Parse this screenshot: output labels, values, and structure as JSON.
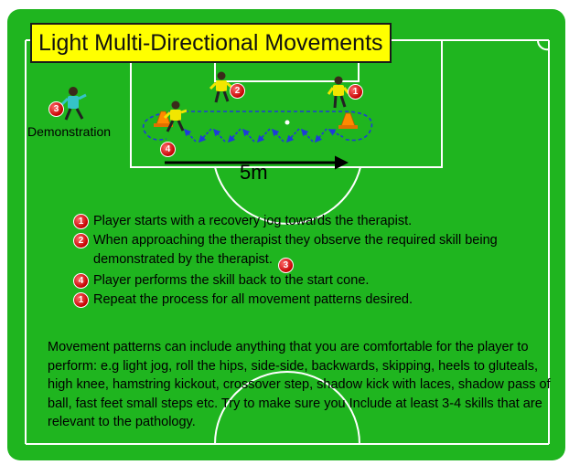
{
  "title": "Light Multi-Directional Movements",
  "diagram": {
    "demonstration_label": "Demonstration",
    "distance_label": "5m",
    "markers": [
      {
        "id": "m-demo",
        "num": "3"
      },
      {
        "id": "m-p2",
        "num": "2"
      },
      {
        "id": "m-p1",
        "num": "1"
      },
      {
        "id": "m-p4",
        "num": "4"
      }
    ]
  },
  "steps": [
    {
      "num": "1",
      "text": "Player starts with a recovery jog towards the therapist."
    },
    {
      "num": "2",
      "text": "When approaching the therapist they observe the required skill being demonstrated by the therapist.",
      "inline_num": "3"
    },
    {
      "num": "4",
      "text": "Player performs the skill back to the start cone."
    },
    {
      "num": "1",
      "text": "Repeat the process for all movement patterns desired."
    }
  ],
  "paragraph": "Movement patterns can include anything that you are comfortable for the player to perform: e.g light jog, roll the hips, side-side, backwards, skipping, heels to gluteals, high knee, hamstring kickout, crossover step, shadow kick with laces, shadow pass of ball,  fast feet small steps  etc. Try to make sure you Include at least 3-4 skills that are relevant to the pathology.",
  "colors": {
    "pitch": "#1fb51f",
    "title_bg": "#ffff00",
    "marker": "#d10000",
    "path": "#1e3cd8",
    "cone": "#ff8a00",
    "player_shirt": "#f2e600",
    "therapist_shirt": "#35c3c8"
  }
}
